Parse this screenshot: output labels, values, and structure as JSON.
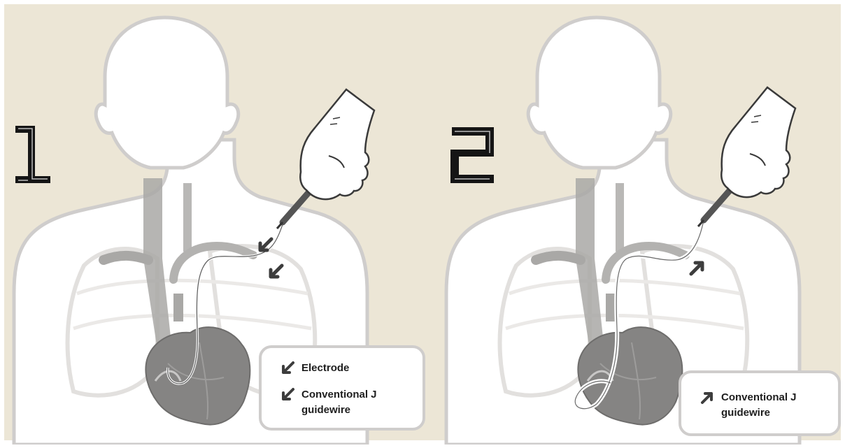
{
  "colors": {
    "background": "#ece6d6",
    "silhouette": "#ffffff",
    "outline": "#cfcdcc",
    "vessel": "#a9a8a6",
    "heart": "#858483",
    "arrow": "#3d3d3d",
    "digit": "#151515"
  },
  "panels": [
    {
      "step": "1",
      "legend": [
        {
          "icon": "arrow-down-left-icon",
          "label": "Electrode"
        },
        {
          "icon": "arrow-down-left-icon",
          "label": "Conventional J\nguidewire"
        }
      ]
    },
    {
      "step": "2",
      "legend": [
        {
          "icon": "arrow-up-right-icon",
          "label": "Conventional J\nguidewire"
        }
      ]
    }
  ]
}
